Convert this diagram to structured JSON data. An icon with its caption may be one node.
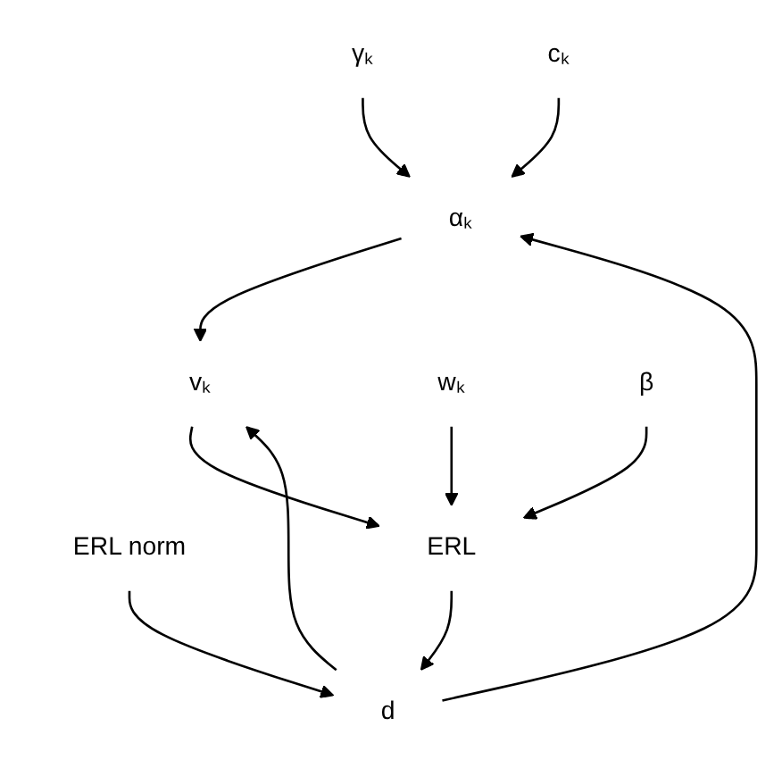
{
  "diagram": {
    "nodes": [
      {
        "text": [
          "γₖ"
        ]
      },
      {
        "text": [
          "cₖ"
        ]
      },
      {
        "text": [
          "αₖ"
        ]
      },
      {
        "text": [
          "d"
        ]
      },
      {
        "text": [
          "ERL norm"
        ]
      },
      {
        "text": [
          "vₖ"
        ]
      },
      {
        "text": [
          "ERL"
        ]
      },
      {
        "text": [
          "wₖ"
        ]
      },
      {
        "text": [
          "β"
        ]
      }
    ],
    "edges": [
      {
        "from": 0,
        "to": 2,
        "arrow": "to"
      },
      {
        "from": 1,
        "to": 2,
        "arrow": "to"
      },
      {
        "from": 3,
        "to": 2,
        "arrow": "to"
      },
      {
        "from": 4,
        "to": 3,
        "arrow": "to"
      },
      {
        "from": 2,
        "to": 5,
        "arrow": "to"
      },
      {
        "from": 3,
        "to": 5,
        "arrow": "to"
      },
      {
        "from": 6,
        "to": 3,
        "arrow": "to"
      },
      {
        "from": 5,
        "to": 6,
        "arrow": "to"
      },
      {
        "from": 7,
        "to": 6,
        "arrow": "to"
      },
      {
        "from": 8,
        "to": 6,
        "arrow": "to"
      }
    ]
  }
}
